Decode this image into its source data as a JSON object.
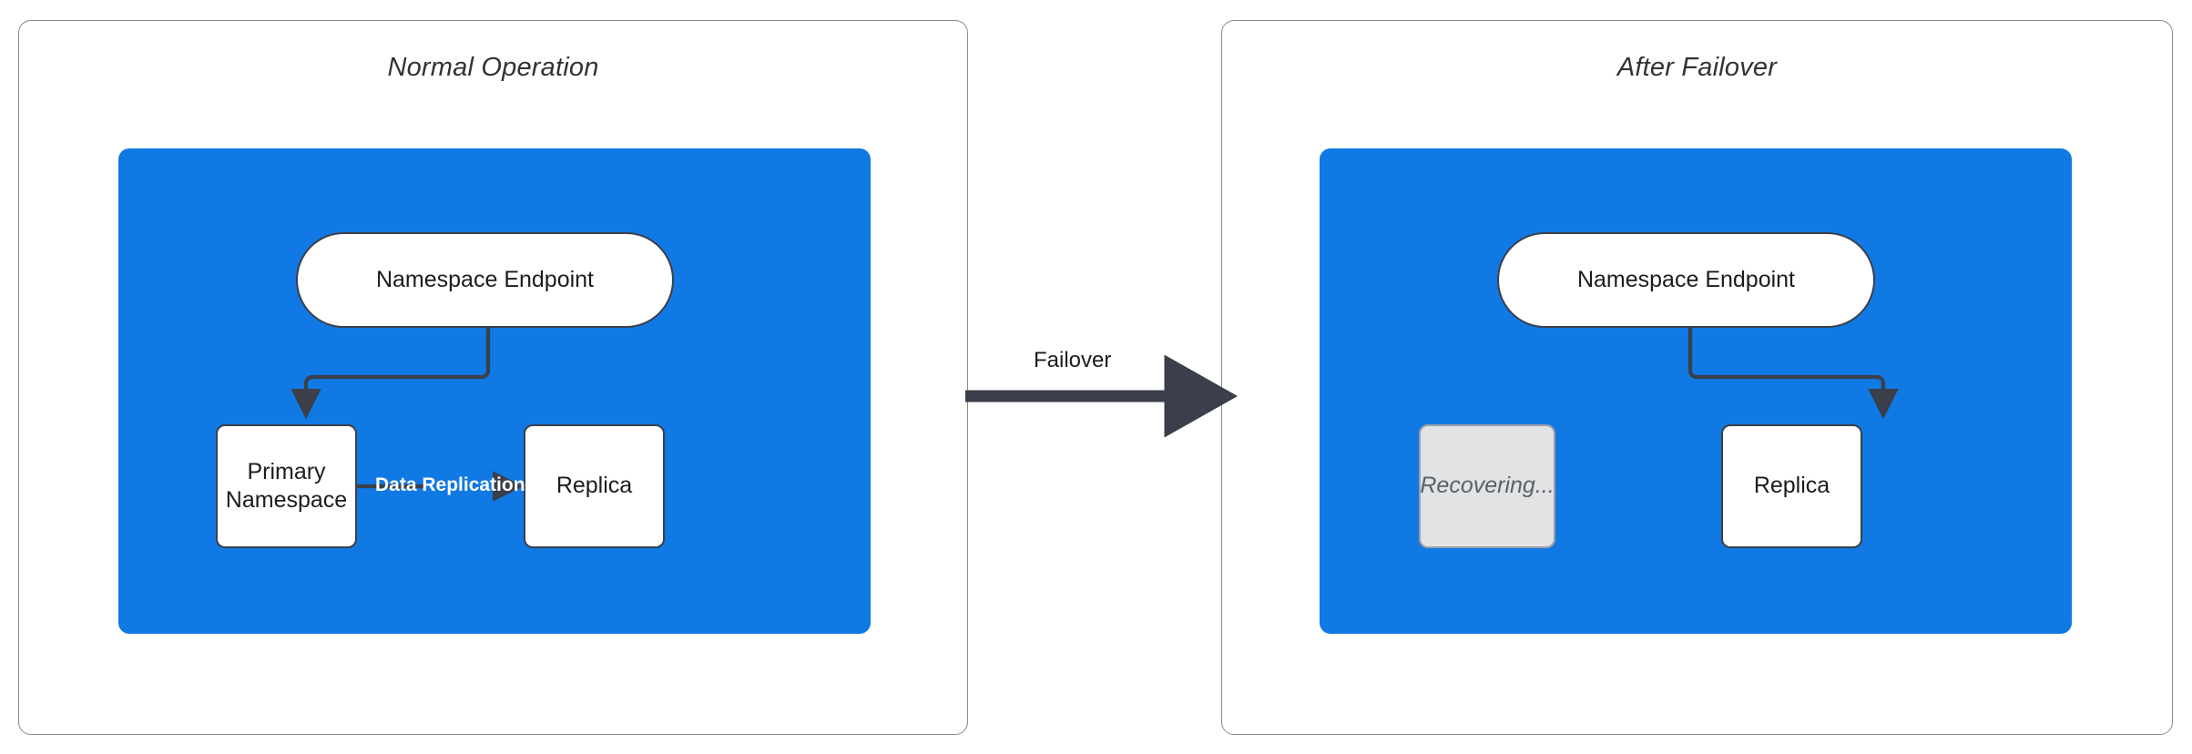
{
  "diagram": {
    "type": "flowchart",
    "title_style": "italic",
    "colors": {
      "region_fill": "#1179e3",
      "node_stroke": "#3a3f49",
      "node_fill": "#ffffff",
      "ghost_fill": "#e1e3e4",
      "ghost_stroke": "#9aa0a6",
      "ghost_text": "#5c6066",
      "edge_stroke": "#3a3f49",
      "panel_stroke": "#8a8a8a",
      "edge_label_text": "#ffffff",
      "title_text": "#333333"
    },
    "panels": [
      {
        "id": "normal-operation",
        "title": "Normal Operation",
        "nodes": [
          {
            "id": "endpoint-left",
            "label": "Namespace Endpoint",
            "shape": "pill",
            "state": "active"
          },
          {
            "id": "primary",
            "label": "Primary\nNamespace",
            "shape": "rect",
            "state": "active"
          },
          {
            "id": "replica-left",
            "label": "Replica",
            "shape": "rect",
            "state": "active"
          }
        ],
        "edges": [
          {
            "from": "endpoint-left",
            "to": "primary",
            "label": "",
            "style": "elbow-arrow"
          },
          {
            "from": "primary",
            "to": "replica-left",
            "label": "Data Replication",
            "style": "straight-arrow"
          }
        ]
      },
      {
        "id": "after-failover",
        "title": "After Failover",
        "nodes": [
          {
            "id": "endpoint-right",
            "label": "Namespace Endpoint",
            "shape": "pill",
            "state": "active"
          },
          {
            "id": "recovering",
            "label": "Recovering...",
            "shape": "rect",
            "state": "disabled"
          },
          {
            "id": "replica-right",
            "label": "Replica",
            "shape": "rect",
            "state": "active"
          }
        ],
        "edges": [
          {
            "from": "endpoint-right",
            "to": "replica-right",
            "label": "",
            "style": "elbow-arrow"
          }
        ]
      }
    ],
    "transition": {
      "label": "Failover",
      "from_panel": "normal-operation",
      "to_panel": "after-failover",
      "style": "thick-arrow"
    }
  },
  "nodes": {
    "endpoint_left": "Namespace Endpoint",
    "endpoint_right": "Namespace Endpoint",
    "primary_line1": "Primary",
    "primary_line2": "Namespace",
    "replica_left": "Replica",
    "replica_right": "Replica",
    "recovering": "Recovering..."
  },
  "labels": {
    "panel_left_title": "Normal Operation",
    "panel_right_title": "After Failover",
    "data_replication": "Data Replication",
    "failover": "Failover"
  }
}
